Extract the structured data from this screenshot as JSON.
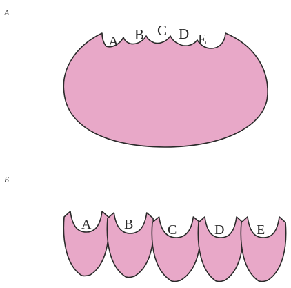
{
  "panels": [
    {
      "id": "A",
      "label": "А",
      "sites": [
        "A",
        "B",
        "C",
        "D",
        "E"
      ]
    },
    {
      "id": "B",
      "label": "Б",
      "sites": [
        "A",
        "B",
        "C",
        "D",
        "E"
      ]
    }
  ],
  "colors": {
    "fill": "#e8a8c8",
    "stroke": "#2a2a2a",
    "background": "#ffffff"
  }
}
